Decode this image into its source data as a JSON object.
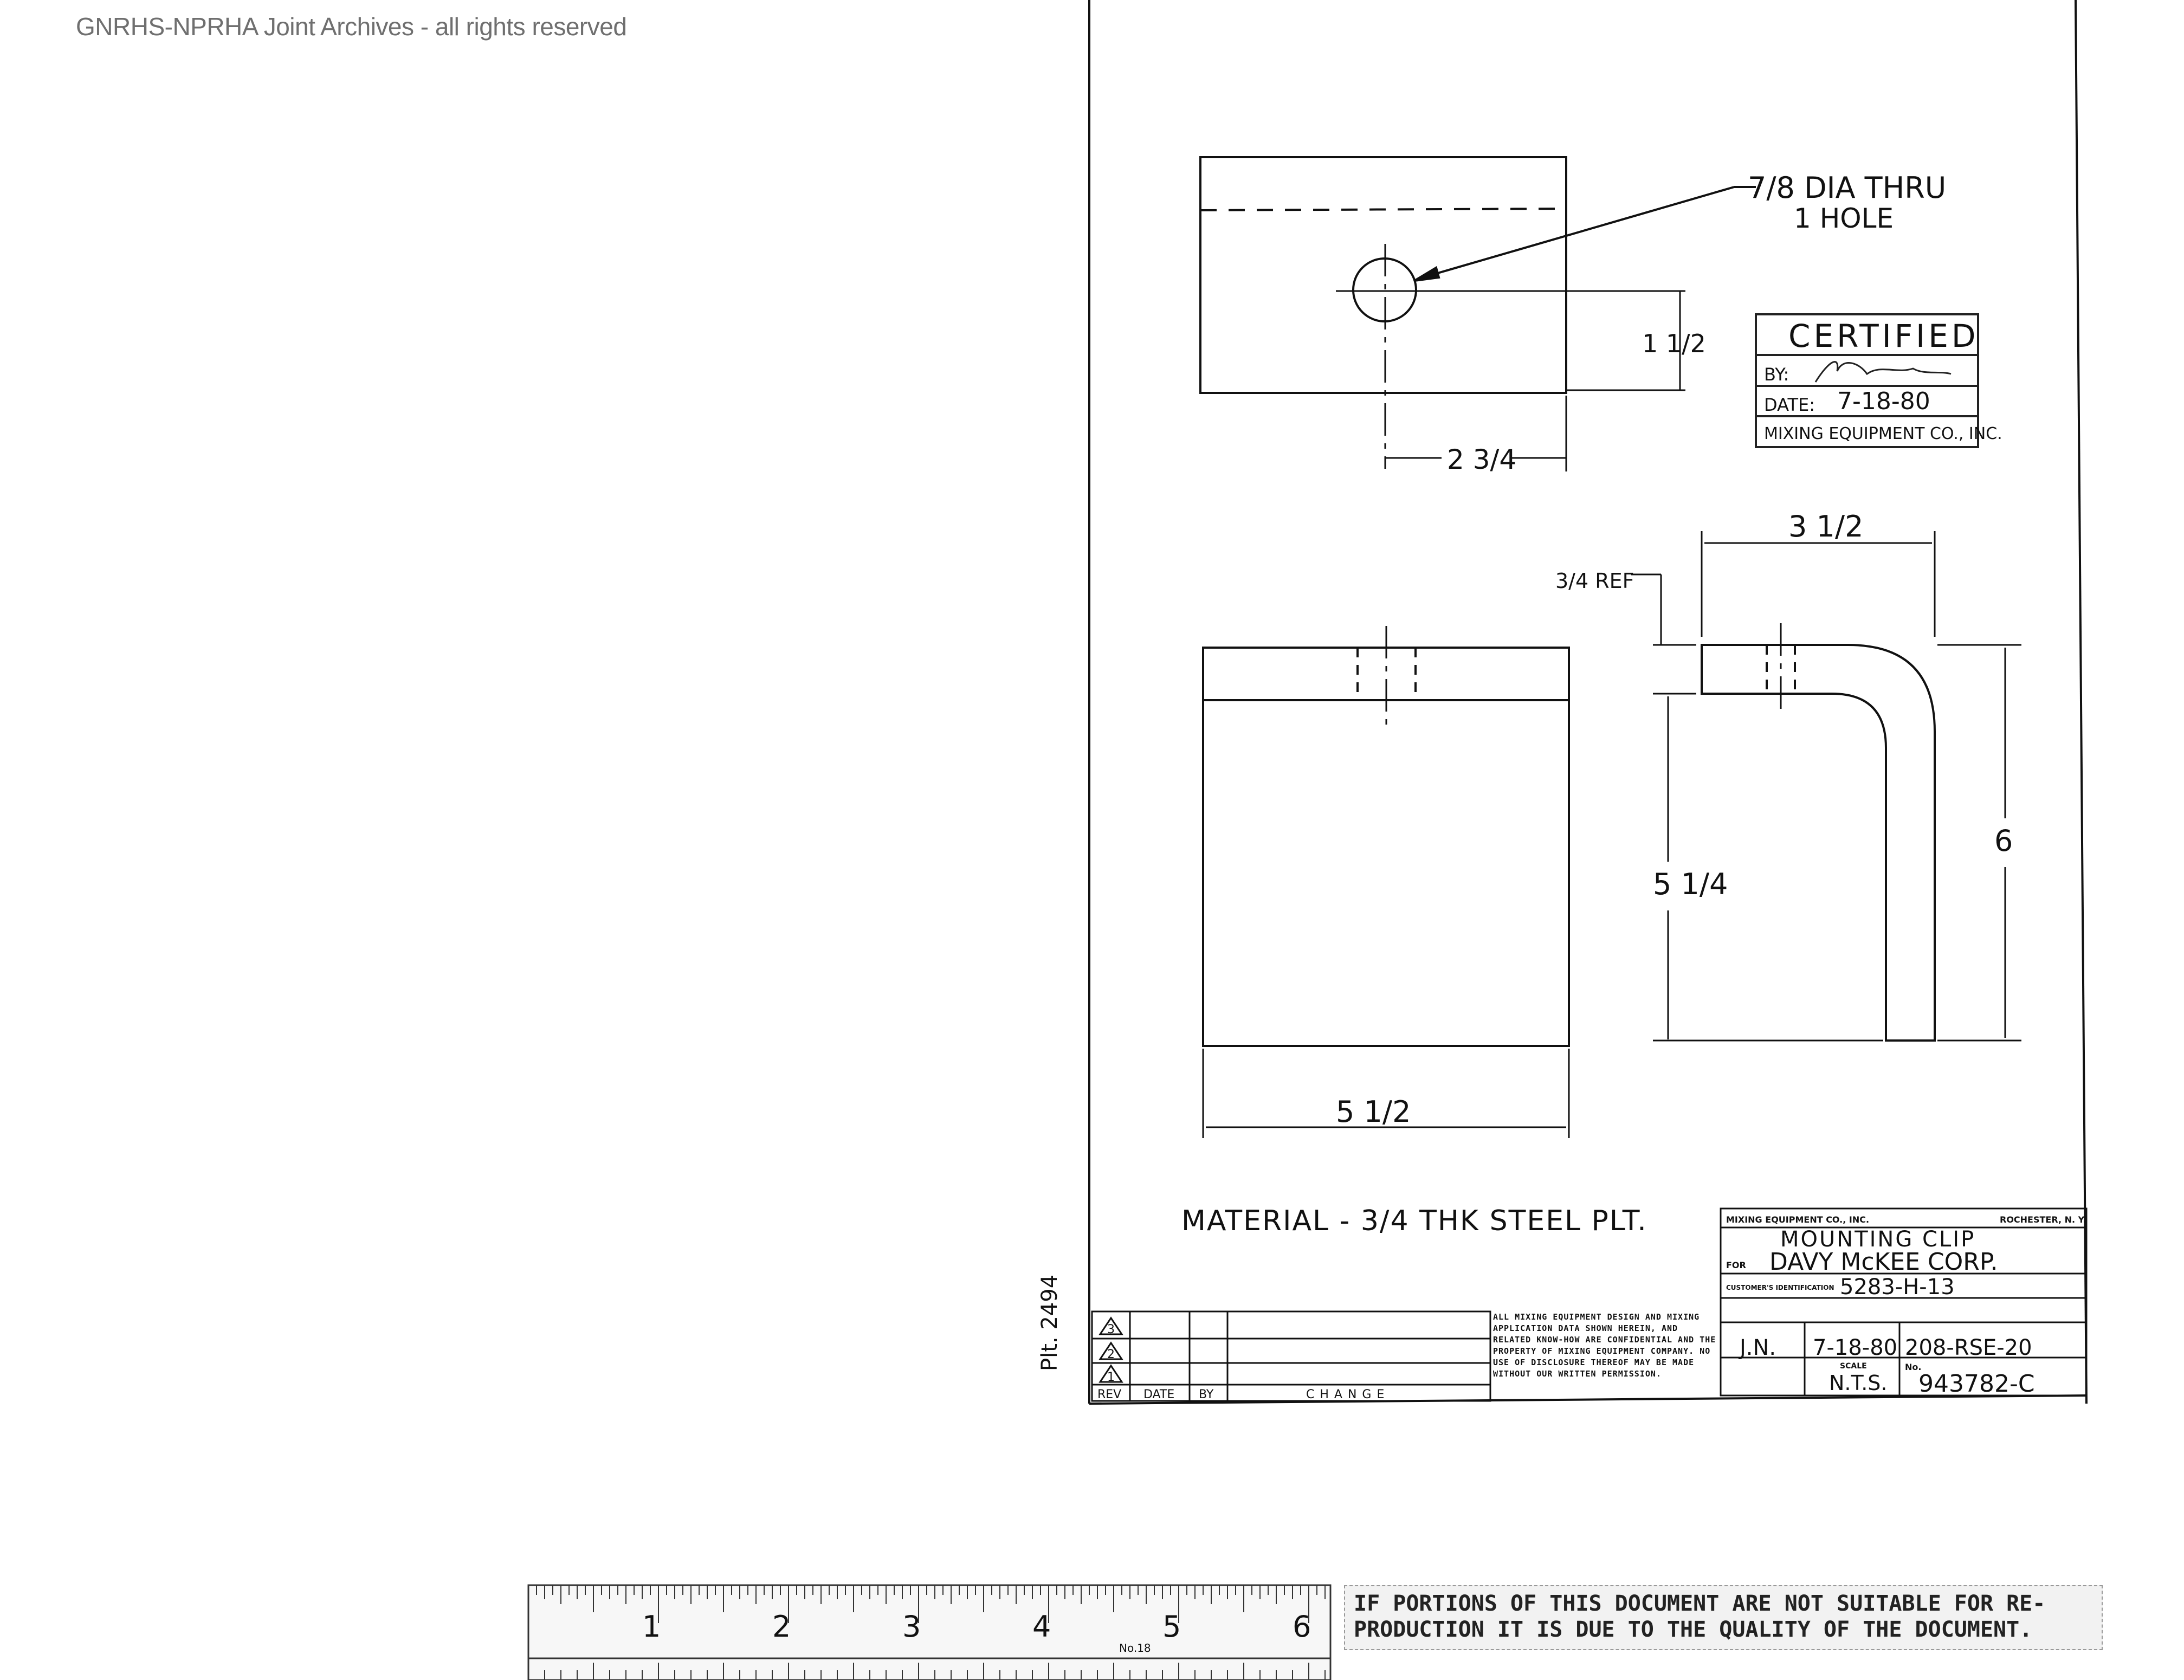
{
  "watermark": "GNRHS-NPRHA Joint Archives - all rights reserved",
  "top_view": {
    "hole_note_line1": "7/8 DIA THRU",
    "hole_note_line2": "1 HOLE",
    "dim_vertical": "1 1/2",
    "dim_horizontal": "2 3/4"
  },
  "certified_stamp": {
    "title": "CERTIFIED",
    "by_label": "BY:",
    "date_label": "DATE:",
    "date_value": "7-18-80",
    "company": "MIXING EQUIPMENT CO., INC."
  },
  "front_view": {
    "dim_width": "5 1/2"
  },
  "side_view": {
    "dim_top": "3 1/2",
    "dim_ref": "3/4 REF",
    "dim_inner_height": "5 1/4",
    "dim_total_height": "6"
  },
  "material_note": "MATERIAL - 3/4 THK STEEL PLT.",
  "sheet_side_label": "Plt. 2494",
  "revision_block": {
    "rev": "REV",
    "date": "DATE",
    "by": "BY",
    "change": "CHANGE",
    "rev_symbols": [
      "3",
      "2",
      "1"
    ]
  },
  "proprietary_notice": "ALL MIXING EQUIPMENT DESIGN AND MIXING APPLICATION DATA SHOWN HEREIN, AND RELATED KNOW-HOW ARE CONFIDENTIAL AND THE PROPERTY OF MIXING EQUIPMENT COMPANY. NO USE OF DISCLOSURE THEREOF MAY BE MADE WITHOUT OUR WRITTEN PERMISSION.",
  "title_block": {
    "company": "MIXING EQUIPMENT CO., INC.",
    "city": "ROCHESTER, N. Y.",
    "title": "MOUNTING CLIP",
    "for_label": "FOR",
    "customer": "DAVY McKEE CORP.",
    "customer_ident_label": "CUSTOMER'S IDENTIFICATION",
    "customer_ident": "5283-H-13",
    "drawn_by": "J.N.",
    "date": "7-18-80",
    "scale_label": "SCALE",
    "scale": "N.T.S.",
    "dwg_ref": "208-RSE-20",
    "no_label": "No.",
    "drawing_no": "943782-C"
  },
  "ruler": {
    "labels": [
      "1",
      "2",
      "3",
      "4",
      "5",
      "6"
    ],
    "caption": "No.18"
  },
  "quality_notice_line1": "IF PORTIONS OF THIS DOCUMENT ARE NOT SUITABLE FOR RE-",
  "quality_notice_line2": "PRODUCTION IT IS DUE TO THE QUALITY OF THE DOCUMENT."
}
